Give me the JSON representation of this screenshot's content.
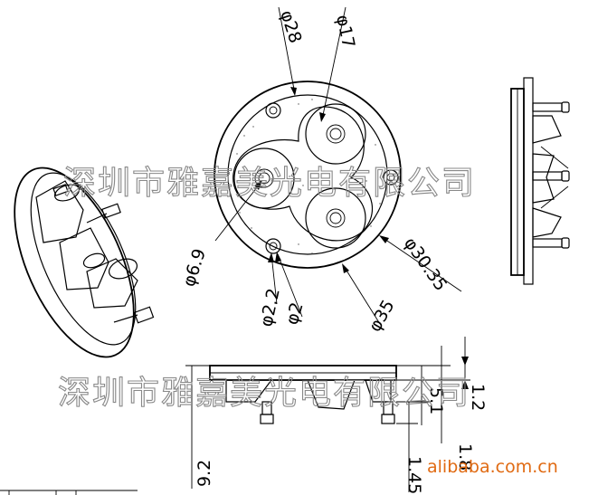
{
  "dimensions": {
    "d28": "φ28",
    "d17": "φ17",
    "d6_9": "φ6.9",
    "d2_2": "φ2.2",
    "d2": "φ2",
    "d35": "φ35",
    "d30_35": "φ30.35",
    "h1_2": "1.2",
    "h5_1": "5.1",
    "h1_8": "1.8",
    "h9_2": "9.2",
    "h1_45": "1.45"
  },
  "watermark": {
    "company_line_1": "深圳市雅嘉美光电有限公司",
    "company_line_2": "深圳市雅嘉美光电有限公司"
  },
  "source_site": "alibaba.com.cn"
}
